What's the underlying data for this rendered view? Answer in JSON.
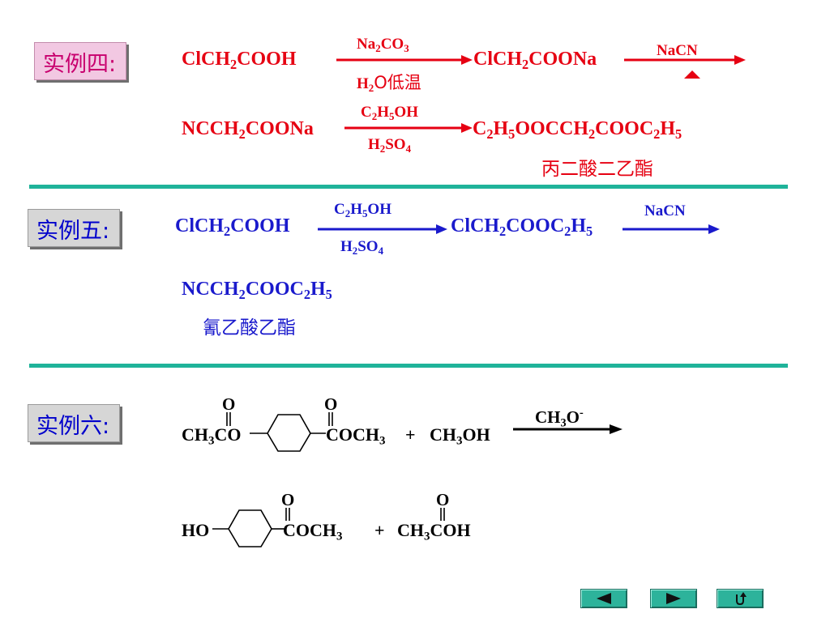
{
  "ex4": {
    "label": "实例四:",
    "reactant": {
      "a": "ClCH",
      "b": "2",
      "c": "COOH"
    },
    "arrow1_top": {
      "a": "Na",
      "b": "2",
      "c": "CO",
      "d": "3"
    },
    "arrow1_bottom": {
      "a": "H",
      "b": "2",
      "c": "O低温"
    },
    "product1": {
      "a": "ClCH",
      "b": "2",
      "c": "COONa"
    },
    "arrow2_top": "NaCN",
    "line2_reactant": {
      "a": "NCCH",
      "b": "2",
      "c": "COONa"
    },
    "arrow3_top": {
      "a": "C",
      "b": "2",
      "c": "H",
      "d": "5",
      "e": "OH"
    },
    "arrow3_bottom": {
      "a": "H",
      "b": "2",
      "c": "SO",
      "d": "4"
    },
    "product2": {
      "a": "C",
      "b": "2",
      "c": "H",
      "d": "5",
      "e": "OOCCH",
      "f": "2",
      "g": "COOC",
      "h": "2",
      "i": "H",
      "j": "5"
    },
    "product2_name": "丙二酸二乙酯"
  },
  "ex5": {
    "label": "实例五:",
    "reactant": {
      "a": "ClCH",
      "b": "2",
      "c": "COOH"
    },
    "arrow1_top": {
      "a": "C",
      "b": "2",
      "c": "H",
      "d": "5",
      "e": "OH"
    },
    "arrow1_bottom": {
      "a": "H",
      "b": "2",
      "c": "SO",
      "d": "4"
    },
    "product1": {
      "a": "ClCH",
      "b": "2",
      "c": "COOC",
      "d": "2",
      "e": "H",
      "f": "5"
    },
    "arrow2_top": "NaCN",
    "product2": {
      "a": "NCCH",
      "b": "2",
      "c": "COOC",
      "d": "2",
      "e": "H",
      "f": "5"
    },
    "product2_name": "氰乙酸乙酯"
  },
  "ex6": {
    "label": "实例六:",
    "oxygen": "O",
    "left_group": {
      "a": "CH",
      "b": "3",
      "c": "CO"
    },
    "ester_group": {
      "a": "COCH",
      "b": "3"
    },
    "plus": "+",
    "methanol": {
      "a": "CH",
      "b": "3",
      "c": "OH"
    },
    "catalyst": {
      "a": "CH",
      "b": "3",
      "c": "O",
      "d": "-"
    },
    "product_left": "HO",
    "product_ester": {
      "a": "COCH",
      "b": "3"
    },
    "acetic_acid": {
      "a": "CH",
      "b": "3",
      "c": "COH"
    }
  },
  "colors": {
    "red": "#e60012",
    "blue": "#1a1acc",
    "divider": "#1fb39a",
    "nav": "#2db39b"
  },
  "nav": {
    "prev_icon": "triangle-left-icon",
    "next_icon": "triangle-right-icon",
    "return_icon": "return-icon"
  }
}
